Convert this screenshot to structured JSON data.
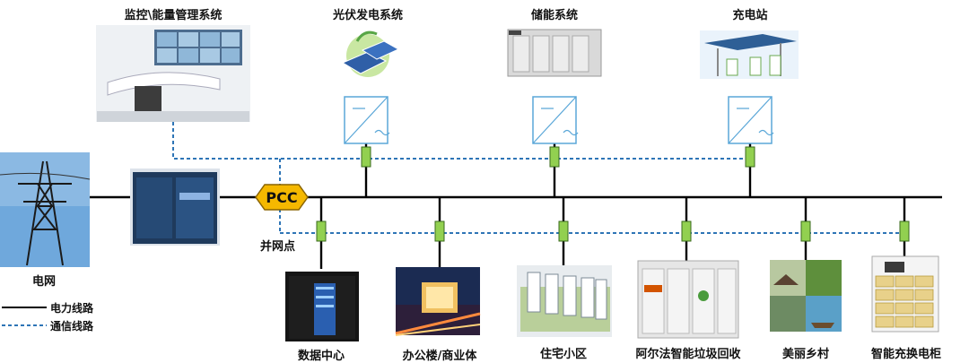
{
  "title_labels": {
    "monitor": "监控\\能量管理系统",
    "pv": "光伏发电系统",
    "storage": "储能系统",
    "charging": "充电站"
  },
  "grid_label": "电网",
  "pcc": {
    "tag": "PCC",
    "caption": "并网点"
  },
  "loads": [
    {
      "label": "数据中心"
    },
    {
      "label": "办公楼/商业体"
    },
    {
      "label": "住宅小区"
    },
    {
      "label": "阿尔法智能垃圾回收"
    },
    {
      "label": "美丽乡村"
    },
    {
      "label": "智能充换电柜"
    }
  ],
  "legend": {
    "power": "电力线路",
    "comm": "通信线路"
  },
  "colors": {
    "power_line": "#000000",
    "comm_line": "#2e75b6",
    "breaker": "#92d050",
    "pcc_fill": "#f5b800",
    "converter_border": "#5aa7d8"
  }
}
